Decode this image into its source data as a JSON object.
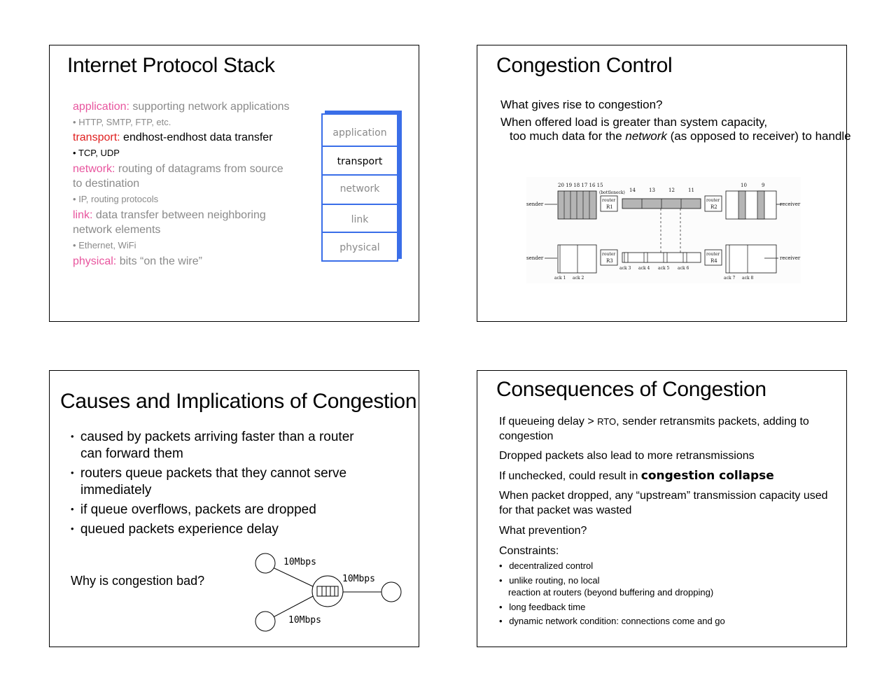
{
  "slide1": {
    "title": "Internet Protocol Stack",
    "application": {
      "name": "application:",
      "desc": "supporting network applications",
      "examples": "HTTP, SMTP, FTP, etc."
    },
    "transport": {
      "name": "transport:",
      "desc": "endhost-endhost data transfer",
      "examples": "TCP, UDP"
    },
    "network": {
      "name": "network:",
      "desc_1": "routing of datagrams from source",
      "desc_2": "to destination",
      "examples": "IP, routing protocols"
    },
    "link": {
      "name": "link:",
      "desc_1": "data transfer between neighboring",
      "desc_2": "network elements",
      "examples": "Ethernet, WiFi"
    },
    "physical": {
      "name": "physical:",
      "desc": "bits “on the wire”"
    },
    "stack_layers": [
      "application",
      "transport",
      "network",
      "link",
      "physical"
    ],
    "bullet": "•",
    "colors": {
      "layer_name": "#e8559e",
      "active_layer_name": "#e02020",
      "stack_border": "#3a6ee8"
    }
  },
  "slide2": {
    "title": "Congestion Control",
    "question": "What gives rise to congestion?",
    "line1": "When offered load is greater than system capacity,",
    "line2_a": "too much data for the ",
    "line2_em": "network",
    "line2_b": " (as opposed to receiver) to handle",
    "diagram": {
      "top_packets": "20 19 18 17 16 15",
      "bottleneck": "(bottleneck)",
      "router_r1": "router",
      "r1": "R1",
      "mid_packets": [
        "14",
        "13",
        "12",
        "11"
      ],
      "router_r2": "router",
      "r2": "R2",
      "right_packets": [
        "10",
        "9"
      ],
      "sender_top": "sender",
      "receiver_top": "receiver",
      "sender_bottom": "sender",
      "receiver_bottom": "receiver",
      "router_r3": "router",
      "r3": "R3",
      "router_r4": "router",
      "r4": "R4",
      "acks_mid": [
        "ack 3",
        "ack 4",
        "ack 5",
        "ack 6"
      ],
      "acks_left": [
        "ack 1",
        "ack 2"
      ],
      "acks_right": [
        "ack 7",
        "ack 8"
      ]
    }
  },
  "slide3": {
    "title": "Causes and Implications of Congestion",
    "bullets": [
      {
        "l1": "caused by packets arriving faster than a router",
        "l2": "can forward them"
      },
      {
        "l1": "routers queue packets that they cannot serve",
        "l2": "immediately"
      },
      {
        "l1": "if queue overflows, packets are dropped",
        "l2": ""
      },
      {
        "l1": "queued packets experience delay",
        "l2": ""
      }
    ],
    "bullet": "•",
    "question": "Why is congestion bad?",
    "link_top": "10Mbps",
    "link_right": "10Mbps",
    "link_bottom": "10Mbps"
  },
  "slide4": {
    "title": "Consequences of Congestion",
    "p1_a": "If queueing delay > ",
    "p1_rto": "RTO",
    "p1_b": ", sender retransmits packets, adding to",
    "p1_c": "congestion",
    "p2": "Dropped packets also lead to more retransmissions",
    "p3_a": "If unchecked, could result in ",
    "p3_bold": "congestion collapse",
    "p4_a": "When packet dropped, any “upstream” transmission capacity used",
    "p4_b": "for that packet was wasted",
    "p5": "What prevention?",
    "p6": "Constraints:",
    "constraints": [
      {
        "l1": "decentralized control",
        "l2": ""
      },
      {
        "l1": "unlike routing, no local",
        "l2": "reaction at routers (beyond buffering and dropping)"
      },
      {
        "l1": "long feedback time",
        "l2": ""
      },
      {
        "l1": "dynamic network condition: connections come and go",
        "l2": ""
      }
    ],
    "bullet": "•"
  }
}
